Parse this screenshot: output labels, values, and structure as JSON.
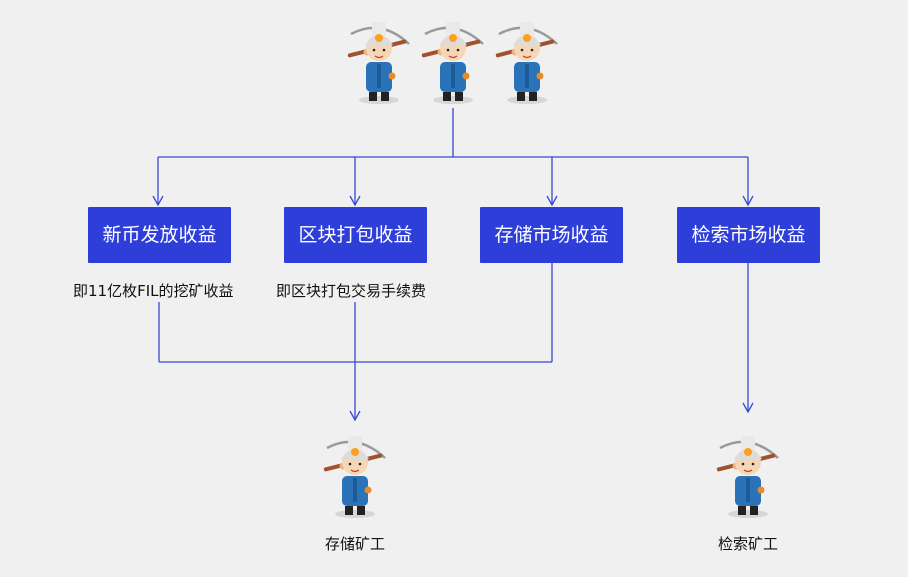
{
  "colors": {
    "accent": "#2d3fd8",
    "line": "#3a48d6",
    "text": "#111111",
    "background": "#f0f0f0"
  },
  "icons": {
    "miner": "miner-icon"
  },
  "boxes": [
    {
      "label": "新币发放收益",
      "note": "即11亿枚FIL的挖矿收益"
    },
    {
      "label": "区块打包收益",
      "note": "即区块打包交易手续费"
    },
    {
      "label": "存储市场收益",
      "note": ""
    },
    {
      "label": "检索市场收益",
      "note": ""
    }
  ],
  "miners": [
    {
      "label": "存储矿工"
    },
    {
      "label": "检索矿工"
    }
  ]
}
